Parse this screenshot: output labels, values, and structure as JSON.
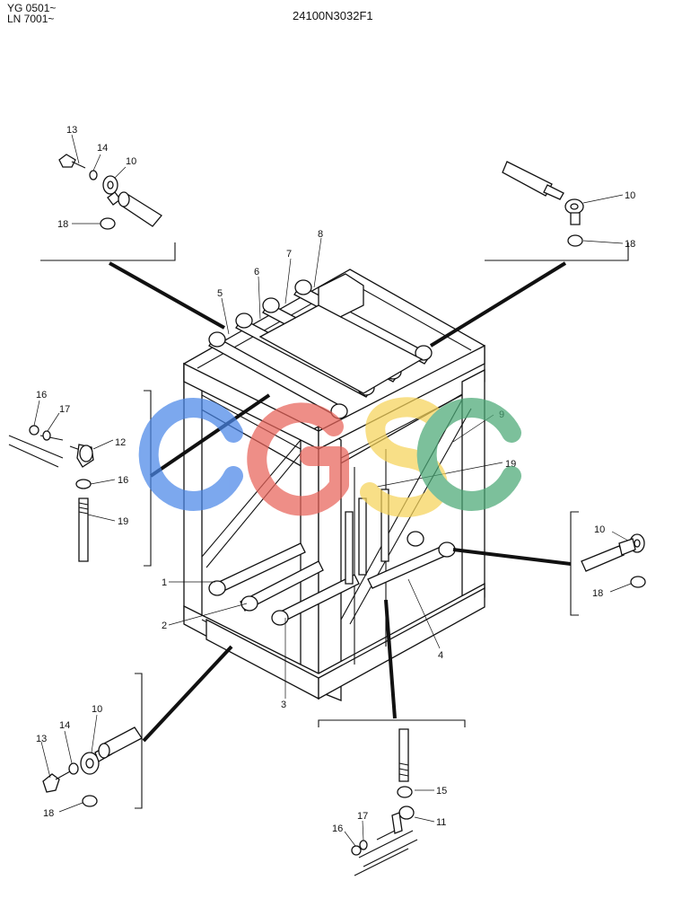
{
  "header": {
    "serial_line_1": "YG 0501~",
    "serial_line_2": "LN 7001~",
    "drawing_number": "24100N3032F1"
  },
  "watermark": {
    "text": "CGSC",
    "colors": [
      "#4a86e8",
      "#e8635a",
      "#f6d35a",
      "#4aa876"
    ]
  },
  "callouts": {
    "main": [
      "1",
      "2",
      "3",
      "4",
      "5",
      "6",
      "7",
      "8",
      "9",
      "19"
    ],
    "detail_top_left": [
      "13",
      "14",
      "10",
      "18"
    ],
    "detail_top_right": [
      "10",
      "18"
    ],
    "detail_mid_left": [
      "16",
      "17",
      "12",
      "16",
      "19"
    ],
    "detail_mid_right": [
      "10",
      "18"
    ],
    "detail_bottom_left": [
      "14",
      "10",
      "13",
      "18"
    ],
    "detail_bottom_right": [
      "15",
      "16",
      "17",
      "11"
    ]
  }
}
